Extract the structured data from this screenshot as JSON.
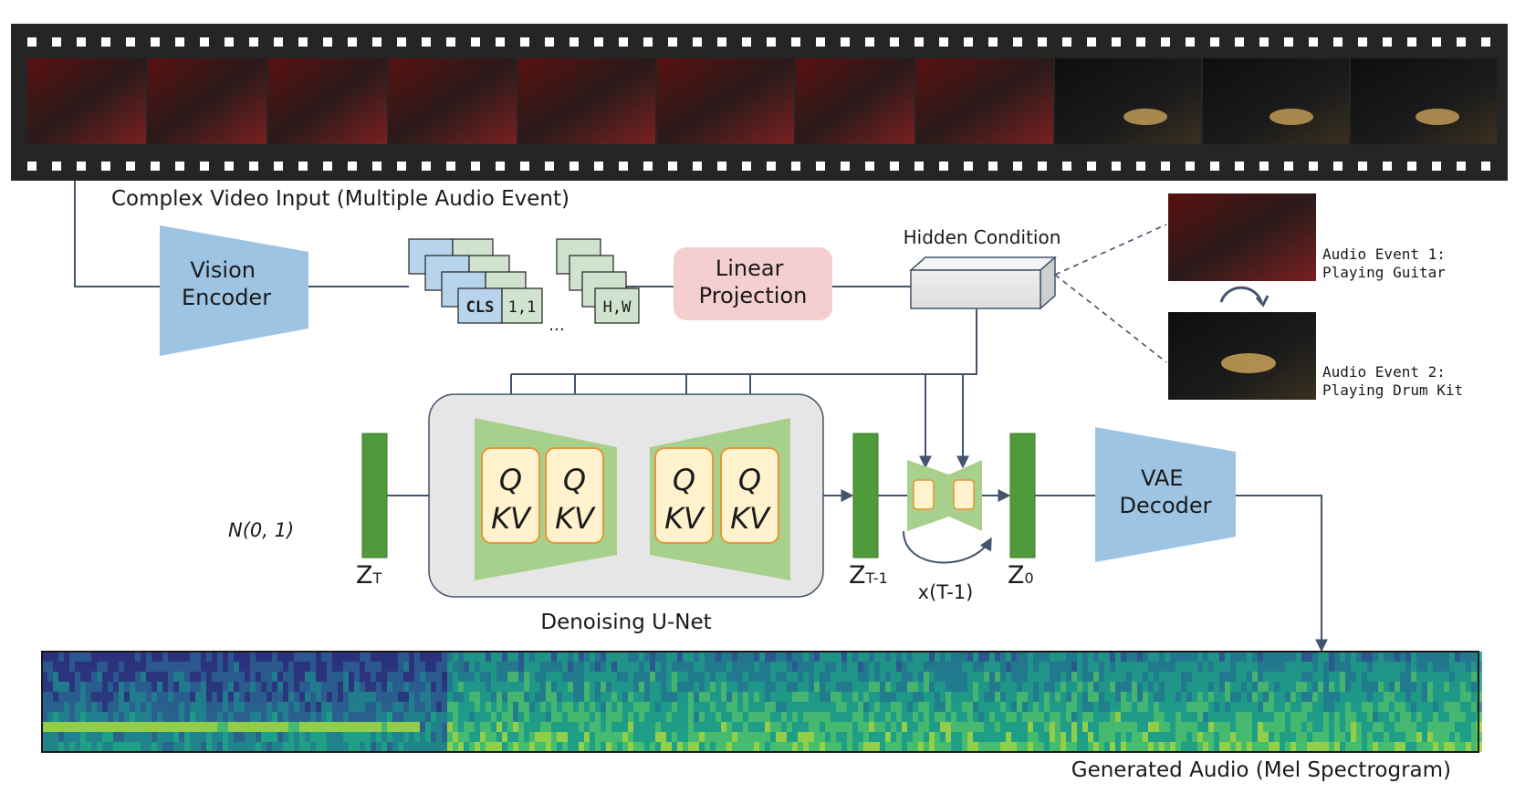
{
  "film": {
    "caption": "Complex Video Input (Multiple Audio Event)"
  },
  "encoder": {
    "vision": "Vision\nEncoder",
    "vae": "VAE\nDecoder"
  },
  "tokens": {
    "cls": "CLS",
    "first": "1,1",
    "ellipsis": "…",
    "last": "H,W"
  },
  "projection": {
    "label": "Linear\nProjection"
  },
  "hidden": {
    "label": "Hidden Condition"
  },
  "events": {
    "event1": "Audio Event 1:\nPlaying Guitar",
    "event2": "Audio Event 2:\nPlaying Drum Kit"
  },
  "unet": {
    "label": "Denoising U-Net",
    "q": "Q",
    "kv": "KV"
  },
  "latents": {
    "noise": "N(0, 1)",
    "zT": "Z",
    "zT_sub": "T",
    "zT1": "Z",
    "zT1_sub": "T-1",
    "z0": "Z",
    "z0_sub": "0",
    "repeat": "x(T-1)"
  },
  "output": {
    "caption": "Generated Audio (Mel Spectrogram)"
  },
  "colors": {
    "film": "#252525",
    "encoder": "#9ec4e4",
    "projection": "#f5cfd0",
    "unet_bg": "#e6e6e6",
    "unet_green": "#a8d08d",
    "latent": "#4f9a3a",
    "attn_fill": "#fff2cc",
    "attn_border": "#e0973a",
    "line": "#44546a"
  }
}
